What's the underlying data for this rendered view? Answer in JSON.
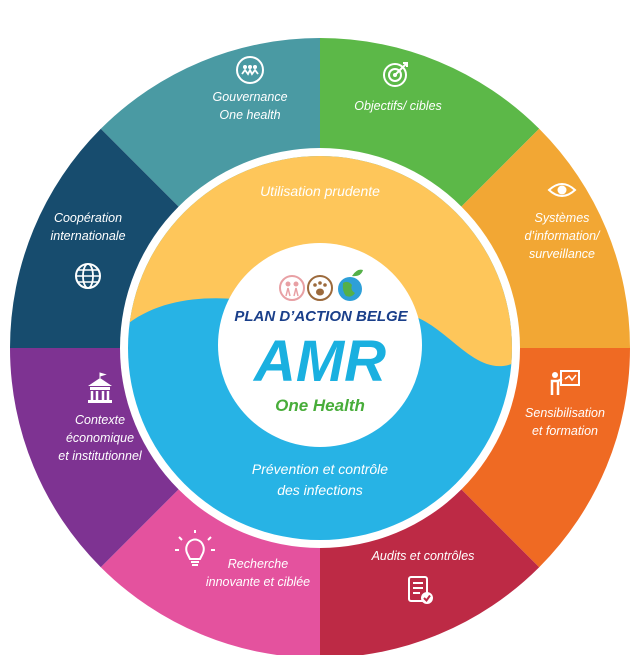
{
  "center": {
    "subtitle": "PLAN D’ACTION BELGE",
    "title": "AMR",
    "tagline": "One Health"
  },
  "inner": {
    "top": "Utilisation prudente",
    "bottom_line1": "Prévention et contrôle",
    "bottom_line2": "des infections"
  },
  "segments": [
    {
      "id": "gouvernance",
      "lines": [
        "Gouvernance",
        "One health"
      ],
      "icon": "network-icon",
      "color": "#4a9aa3"
    },
    {
      "id": "objectifs",
      "lines": [
        "Objectifs/ cibles"
      ],
      "icon": "target-icon",
      "color": "#5cb848"
    },
    {
      "id": "systemes",
      "lines": [
        "Systèmes",
        "d’information/",
        "surveillance"
      ],
      "icon": "eye-icon",
      "color": "#f2a734"
    },
    {
      "id": "sensibilisation",
      "lines": [
        "Sensibilisation",
        "et formation"
      ],
      "icon": "presentation-icon",
      "color": "#ef6a23"
    },
    {
      "id": "audits",
      "lines": [
        "Audits et contrôles"
      ],
      "icon": "checklist-icon",
      "color": "#bd2a45"
    },
    {
      "id": "recherche",
      "lines": [
        "Recherche",
        "innovante et ciblée"
      ],
      "icon": "lightbulb-icon",
      "color": "#e4529e"
    },
    {
      "id": "contexte",
      "lines": [
        "Contexte",
        "économique",
        "et institutionnel"
      ],
      "icon": "building-icon",
      "color": "#7e3392"
    },
    {
      "id": "cooperation",
      "lines": [
        "Coopération",
        "internationale"
      ],
      "icon": "globe-icon",
      "color": "#174c6e"
    }
  ],
  "colors": {
    "yellow": "#fec65a",
    "blue": "#27b3e5",
    "center_subtitle": "#1a3f8a",
    "center_title": "#1ab0e0",
    "center_tagline": "#48ad3a"
  },
  "center_icons": [
    "people-icon",
    "animal-icon",
    "planet-icon"
  ]
}
